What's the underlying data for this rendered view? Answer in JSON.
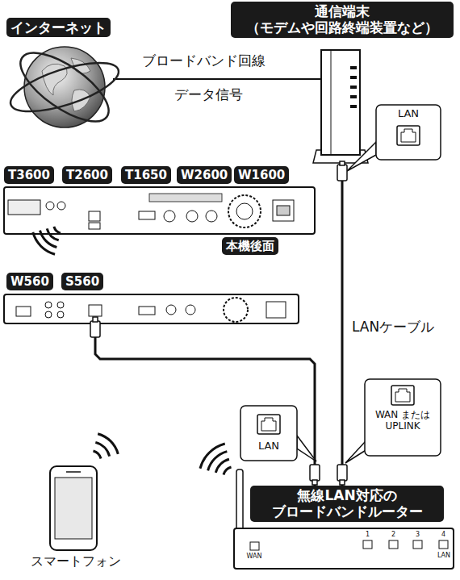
{
  "diagram": {
    "nodes": [
      {
        "text": [
          "インターネット"
        ]
      },
      {
        "text": [
          "通信端末 （モデムや回路終端装置など）"
        ]
      },
      {
        "text": [
          "T3600",
          "T2600",
          "T1650",
          "W2600",
          "W1600",
          "本機後面"
        ]
      },
      {
        "text": [
          "W560",
          "S560"
        ]
      },
      {
        "text": [
          "無線LAN対応の ブロードバンドルーター"
        ]
      },
      {
        "text": [
          "スマートフォン"
        ]
      }
    ],
    "edges": [
      {
        "from": 0,
        "to": 1,
        "arrow": "none",
        "label": "ブロードバンド回線"
      },
      {
        "from": 1,
        "to": 4,
        "arrow": "none",
        "label": "LANケーブル"
      },
      {
        "from": 3,
        "to": 4,
        "arrow": "none"
      }
    ],
    "labels": [
      "データ信号",
      "LAN",
      "WAN または UPLINK",
      "LAN",
      "WAN",
      "1",
      "2",
      "3",
      "4",
      "LAN"
    ]
  }
}
